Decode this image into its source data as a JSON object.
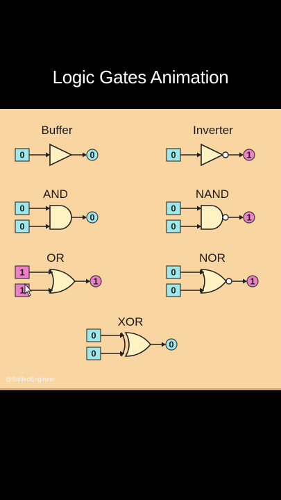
{
  "title": "Logic Gates Animation",
  "watermark": "@SkilledEngineer",
  "colors": {
    "panel": "#F9D6A1",
    "gate_fill": "#FFF2C2",
    "low_bit": "#9EE8EA",
    "high_bit": "#EE7FC9",
    "wire": "#222222"
  },
  "gates": [
    {
      "id": "buffer",
      "name": "Buffer",
      "inputs": [
        "0"
      ],
      "output": "0"
    },
    {
      "id": "inverter",
      "name": "Inverter",
      "inputs": [
        "0"
      ],
      "output": "1"
    },
    {
      "id": "and",
      "name": "AND",
      "inputs": [
        "0",
        "0"
      ],
      "output": "0"
    },
    {
      "id": "nand",
      "name": "NAND",
      "inputs": [
        "0",
        "0"
      ],
      "output": "1"
    },
    {
      "id": "or",
      "name": "OR",
      "inputs": [
        "1",
        "1"
      ],
      "output": "1"
    },
    {
      "id": "nor",
      "name": "NOR",
      "inputs": [
        "0",
        "0"
      ],
      "output": "1"
    },
    {
      "id": "xor",
      "name": "XOR",
      "inputs": [
        "0",
        "0"
      ],
      "output": "0"
    }
  ]
}
